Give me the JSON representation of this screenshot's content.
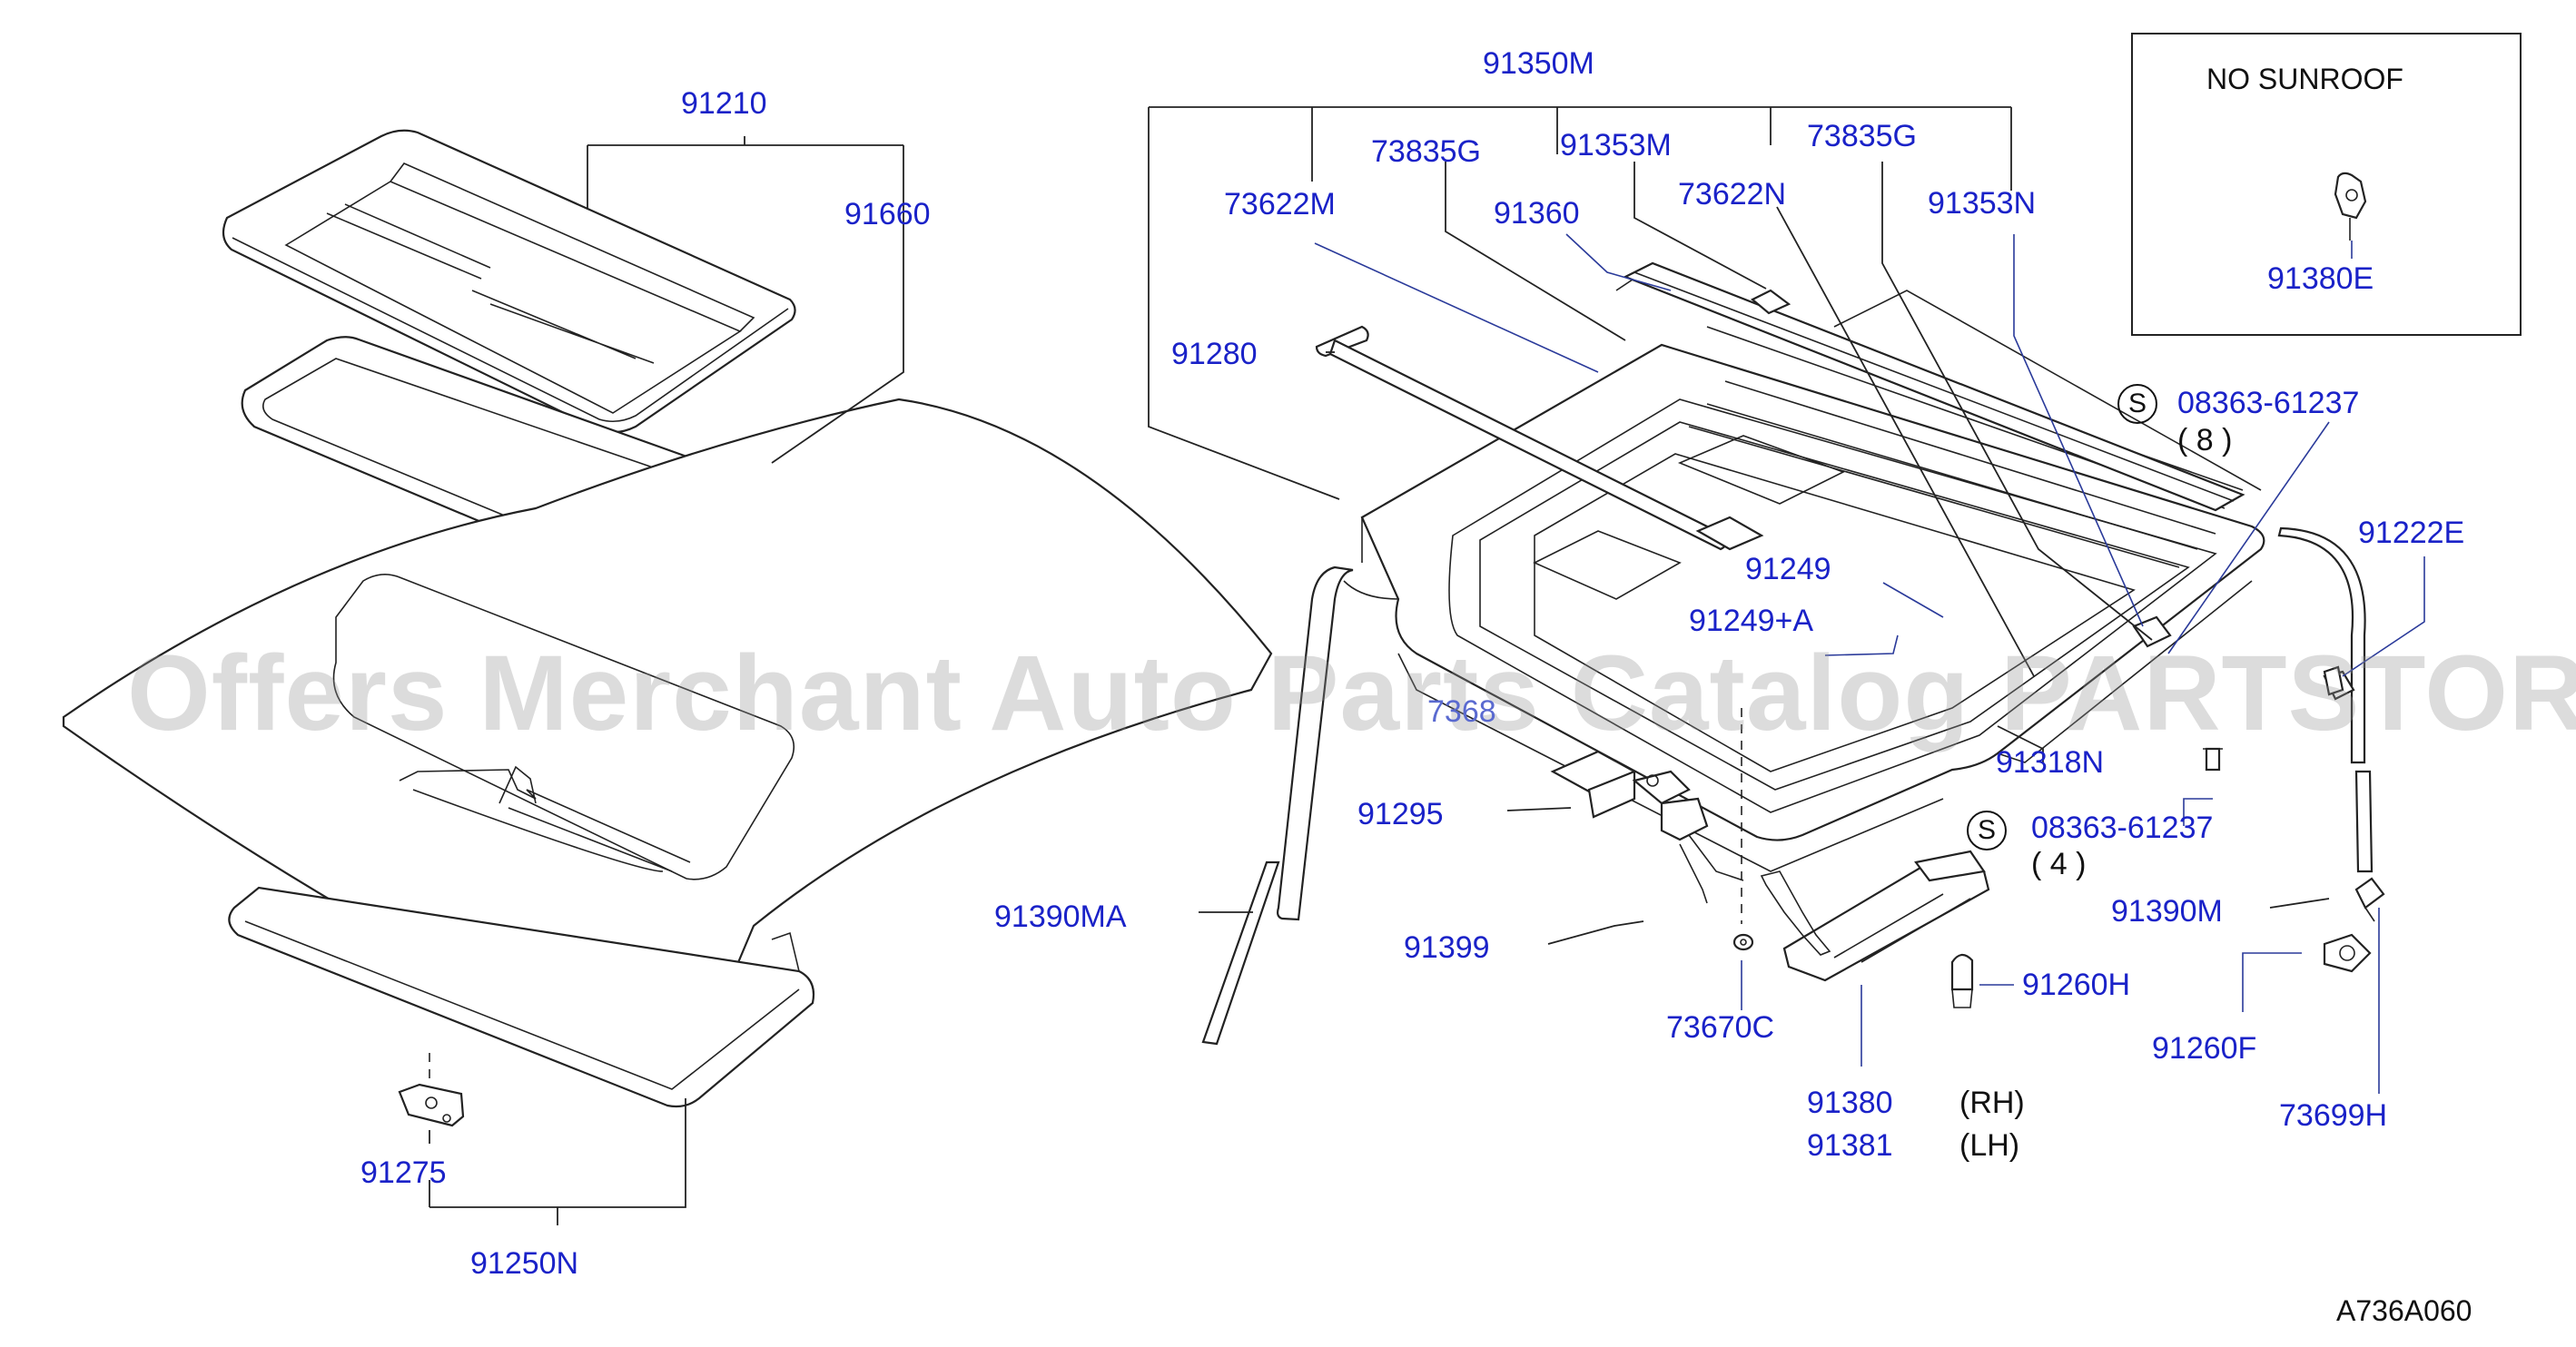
{
  "watermark": "Offers Merchant Auto Parts Catalog PARTSTORE.SA",
  "inset": {
    "title": "NO  SUNROOF",
    "part": "91380E"
  },
  "parts": {
    "p91210": "91210",
    "p91660": "91660",
    "p91350M": "91350M",
    "p73835G_a": "73835G",
    "p91353M": "91353M",
    "p73835G_b": "73835G",
    "p73622M": "73622M",
    "p91360": "91360",
    "p73622N": "73622N",
    "p91353N": "91353N",
    "p91280": "91280",
    "p08363_a": "08363-61237",
    "p08363_a_qty": "(  8  )",
    "p91222E": "91222E",
    "p91249": "91249",
    "p91249A": "91249+A",
    "p7368x": "7368",
    "p91318N": "91318N",
    "p08363_b": "08363-61237",
    "p08363_b_qty": "(  4  )",
    "p91295": "91295",
    "p91390MA": "91390MA",
    "p91390M": "91390M",
    "p91399": "91399",
    "p91260H": "91260H",
    "p73670C": "73670C",
    "p91260F": "91260F",
    "p91380": "91380",
    "p91380_side": "(RH)",
    "p91381": "91381",
    "p91381_side": "(LH)",
    "p73699H": "73699H",
    "p91275": "91275",
    "p91250N": "91250N",
    "diagram_code": "A736A060"
  },
  "symbol_s": "S"
}
